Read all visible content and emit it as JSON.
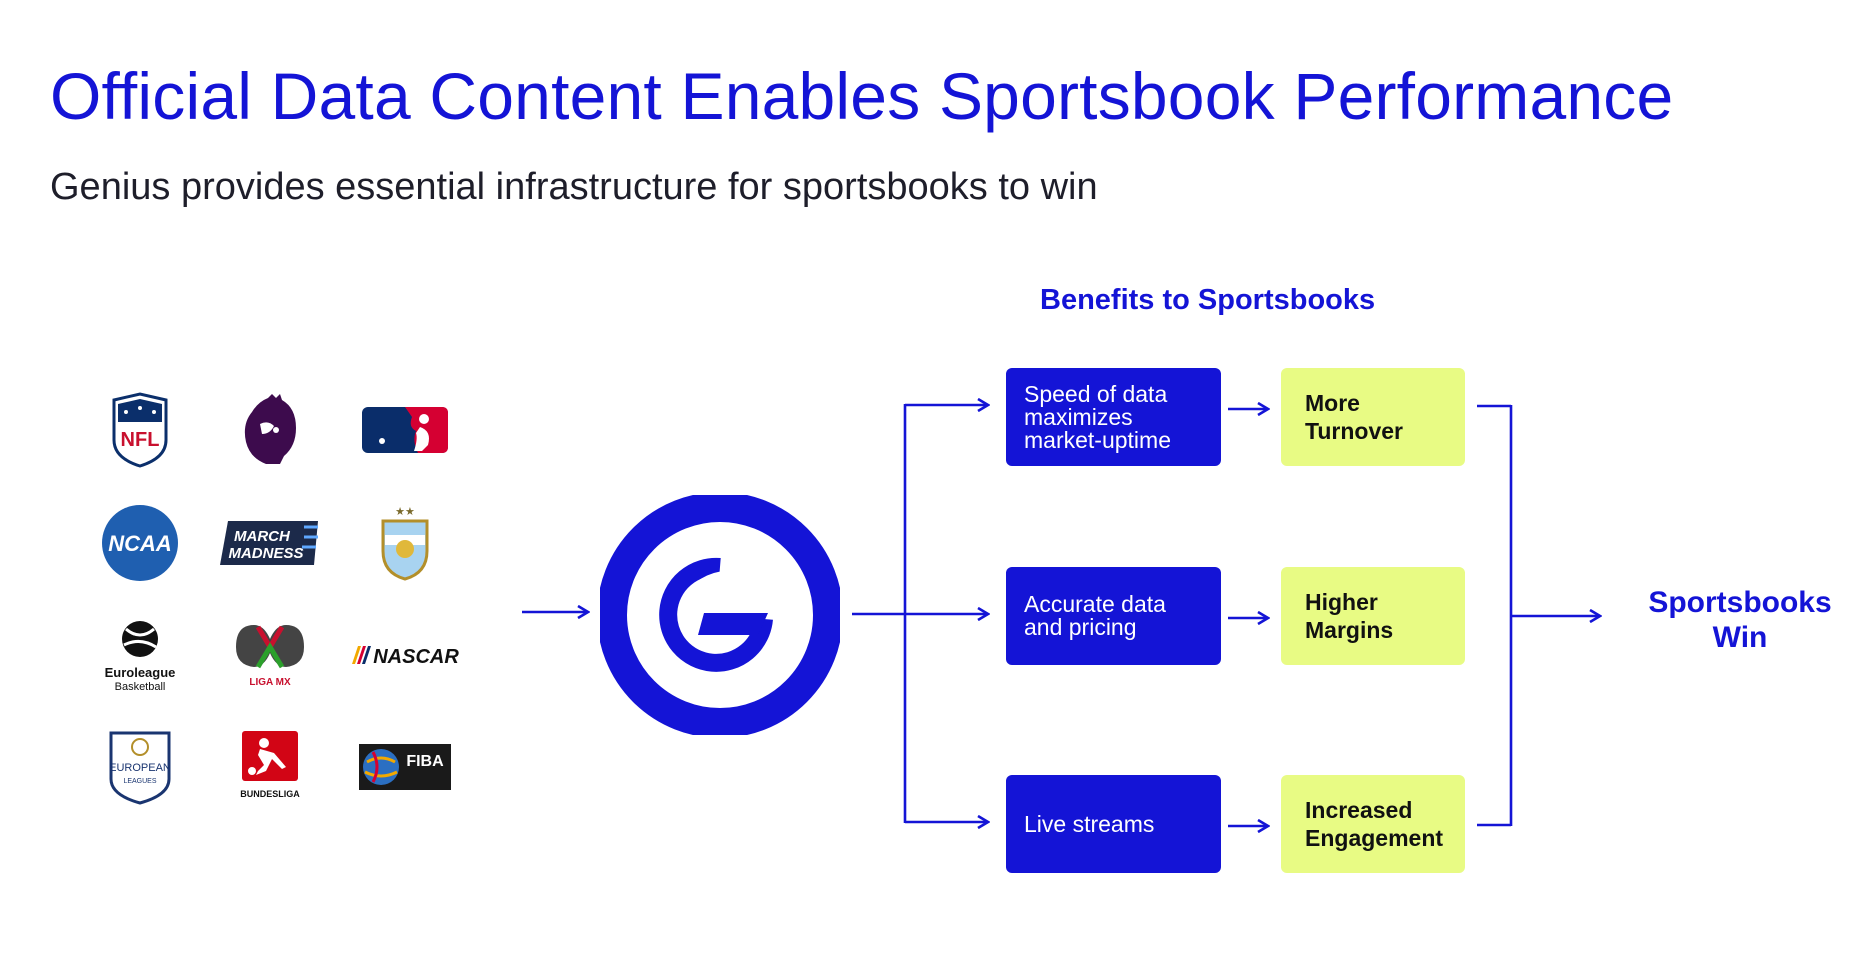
{
  "title": "Official Data Content Enables Sportsbook Performance",
  "subtitle": "Genius provides essential infrastructure for sportsbooks to win",
  "benefits_heading": "Benefits to Sportsbooks",
  "logos": {
    "nfl": "NFL",
    "ncaa": "NCAA",
    "march_madness": "MARCH\nMADNESS",
    "euroleague": "Euroleague",
    "euroleague_sub": "Basketball",
    "liga_mx": "LIGA MX",
    "nascar": "NASCAR",
    "european_leagues": "EUROPEAN",
    "european_leagues_sub": "LEAGUES",
    "bundesliga": "BUNDESLIGA",
    "fiba": "FIBA"
  },
  "benefits": [
    {
      "driver": "Speed of data\nmaximizes\nmarket-uptime",
      "outcome": "More\nTurnover"
    },
    {
      "driver": "Accurate data\nand pricing",
      "outcome": "Higher\nMargins"
    },
    {
      "driver": "Live streams",
      "outcome": "Increased\nEngagement"
    }
  ],
  "result": "Sportsbooks\nWin",
  "colors": {
    "brand_blue": "#1414d6",
    "outcome_green": "#e8fb84",
    "text_dark": "#1e1e2a"
  },
  "icons": {
    "hub": "genius-logo-icon",
    "connector": "arrow-right-icon"
  }
}
